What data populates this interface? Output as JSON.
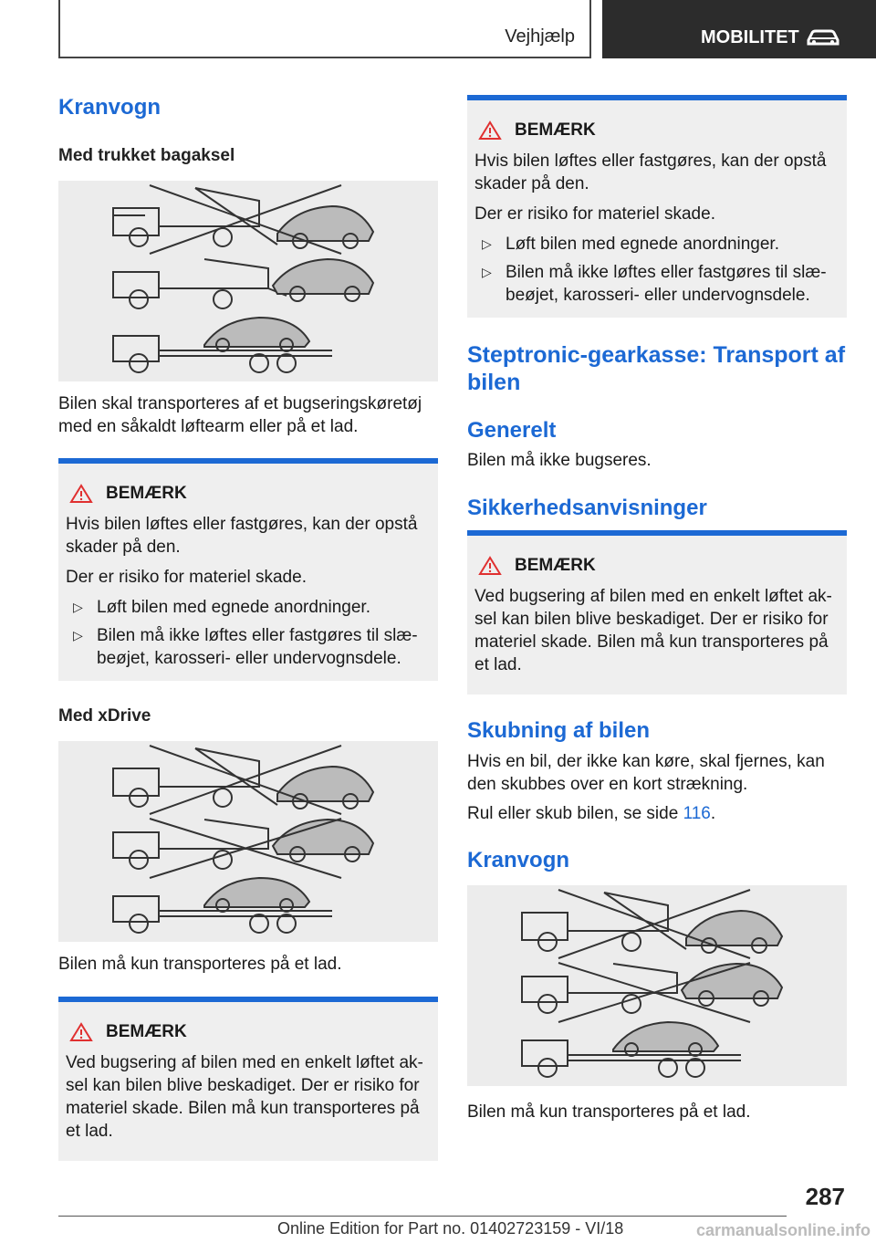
{
  "header": {
    "section": "Vejhjælp",
    "chapter": "MOBILITET"
  },
  "left": {
    "heading": "Kranvogn",
    "sub1": "Med trukket bagaksel",
    "caption1": "Bilen skal transporteres af et bugseringskøretøj med en såkaldt løftearm eller på et lad.",
    "notice1": {
      "title": "BEMÆRK",
      "p1": "Hvis bilen løftes eller fastgøres, kan der opstå skader på den.",
      "p2": "Der er risiko for materiel skade.",
      "items": [
        "Løft bilen med egnede anordninger.",
        "Bilen må ikke løftes eller fastgøres til slæ­beøjet, karosseri- eller undervognsdele."
      ]
    },
    "sub2": "Med xDrive",
    "caption2": "Bilen må kun transporteres på et lad.",
    "notice2": {
      "title": "BEMÆRK",
      "p1": "Ved bugsering af bilen med en enkelt løftet ak­sel kan bilen blive beskadiget. Der er risiko for materiel skade. Bilen må kun transporteres på et lad."
    }
  },
  "right": {
    "notice1": {
      "title": "BEMÆRK",
      "p1": "Hvis bilen løftes eller fastgøres, kan der opstå skader på den.",
      "p2": "Der er risiko for materiel skade.",
      "items": [
        "Løft bilen med egnede anordninger.",
        "Bilen må ikke løftes eller fastgøres til slæ­beøjet, karosseri- eller undervognsdele."
      ]
    },
    "section_heading": "Steptronic-gearkasse: Transport af bilen",
    "generelt": "Generelt",
    "generelt_text": "Bilen må ikke bugseres.",
    "sikkerhed": "Sikkerhedsanvisninger",
    "notice2": {
      "title": "BEMÆRK",
      "p1": "Ved bugsering af bilen med en enkelt løftet ak­sel kan bilen blive beskadiget. Der er risiko for materiel skade. Bilen må kun transporteres på et lad."
    },
    "skubning": "Skubning af bilen",
    "skubning_text": "Hvis en bil, der ikke kan køre, skal fjernes, kan den skubbes over en kort strækning.",
    "rul_text_before": "Rul eller skub bilen, se side ",
    "rul_link": "116",
    "rul_text_after": ".",
    "kranvogn": "Kranvogn",
    "caption3": "Bilen må kun transporteres på et lad."
  },
  "footer": {
    "page_number": "287",
    "edition": "Online Edition for Part no. 01402723159 - VI/18",
    "watermark": "carmanualsonline.info"
  }
}
